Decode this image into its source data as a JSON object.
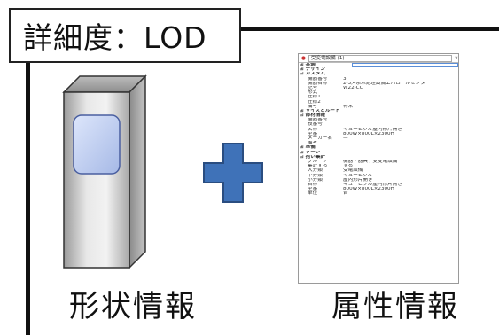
{
  "title": "詳細度：LOD",
  "left_caption": "形状情報",
  "right_caption": "属性情報",
  "colors": {
    "plus": "#3f72b8",
    "plus_border": "#2a4d80",
    "window": "#b9c9ee",
    "cabinet": "#d0d0d0"
  },
  "icons": {
    "cabinet": "cubicle-cabinet-icon",
    "plus": "plus-icon"
  },
  "properties_panel": {
    "header": "受変電設備 (1)",
    "rows": [
      {
        "type": "cat",
        "k": "⊞ 共通",
        "v": ""
      },
      {
        "type": "cat",
        "k": "⊞ デザイン",
        "v": ""
      },
      {
        "type": "cat",
        "k": "⊟ カスタム",
        "v": ""
      },
      {
        "type": "sub",
        "k": "機器番号",
        "v": "3"
      },
      {
        "type": "sub",
        "k": "機器名称",
        "v": "2-3,4系水処理設備エハロールセンタ"
      },
      {
        "type": "sub",
        "k": "記号",
        "v": "W22-CC"
      },
      {
        "type": "sub",
        "k": "形式",
        "v": ""
      },
      {
        "type": "sub",
        "k": "仕様1",
        "v": ""
      },
      {
        "type": "sub",
        "k": "仕様2",
        "v": ""
      },
      {
        "type": "sub",
        "k": "備考",
        "v": "将来"
      },
      {
        "type": "cat",
        "k": "⊞ サイズとルート",
        "v": ""
      },
      {
        "type": "cat",
        "k": "⊟ 部材情報",
        "v": ""
      },
      {
        "type": "sub",
        "k": "機器番号",
        "v": ""
      },
      {
        "type": "sub",
        "k": "枝番号",
        "v": ""
      },
      {
        "type": "sub",
        "k": "名称",
        "v": "キュービクル屋内形片開き"
      },
      {
        "type": "sub",
        "k": "型番",
        "v": "800W×800L×2300H"
      },
      {
        "type": "sub",
        "k": "メーカー名",
        "v": "—"
      },
      {
        "type": "sub",
        "k": "備考",
        "v": ""
      },
      {
        "type": "cat",
        "k": "⊞ 準備",
        "v": ""
      },
      {
        "type": "cat",
        "k": "⊞ ゾーン",
        "v": ""
      },
      {
        "type": "cat",
        "k": "⊟ 拾い集計",
        "v": ""
      },
      {
        "type": "sub",
        "k": "グループ",
        "v": "機器・器具 / 受変電設備"
      },
      {
        "type": "sub",
        "k": "集計する",
        "v": "する"
      },
      {
        "type": "sub",
        "k": "大分類",
        "v": "受電設備"
      },
      {
        "type": "sub",
        "k": "中分類",
        "v": "キュービクル"
      },
      {
        "type": "sub",
        "k": "小分類",
        "v": "屋内形片開き"
      },
      {
        "type": "sub",
        "k": "名称",
        "v": "キュービクル屋内形片開き"
      },
      {
        "type": "sub",
        "k": "型番",
        "v": "800W×800L×2300H"
      },
      {
        "type": "sub",
        "k": "単位",
        "v": "台"
      }
    ]
  }
}
